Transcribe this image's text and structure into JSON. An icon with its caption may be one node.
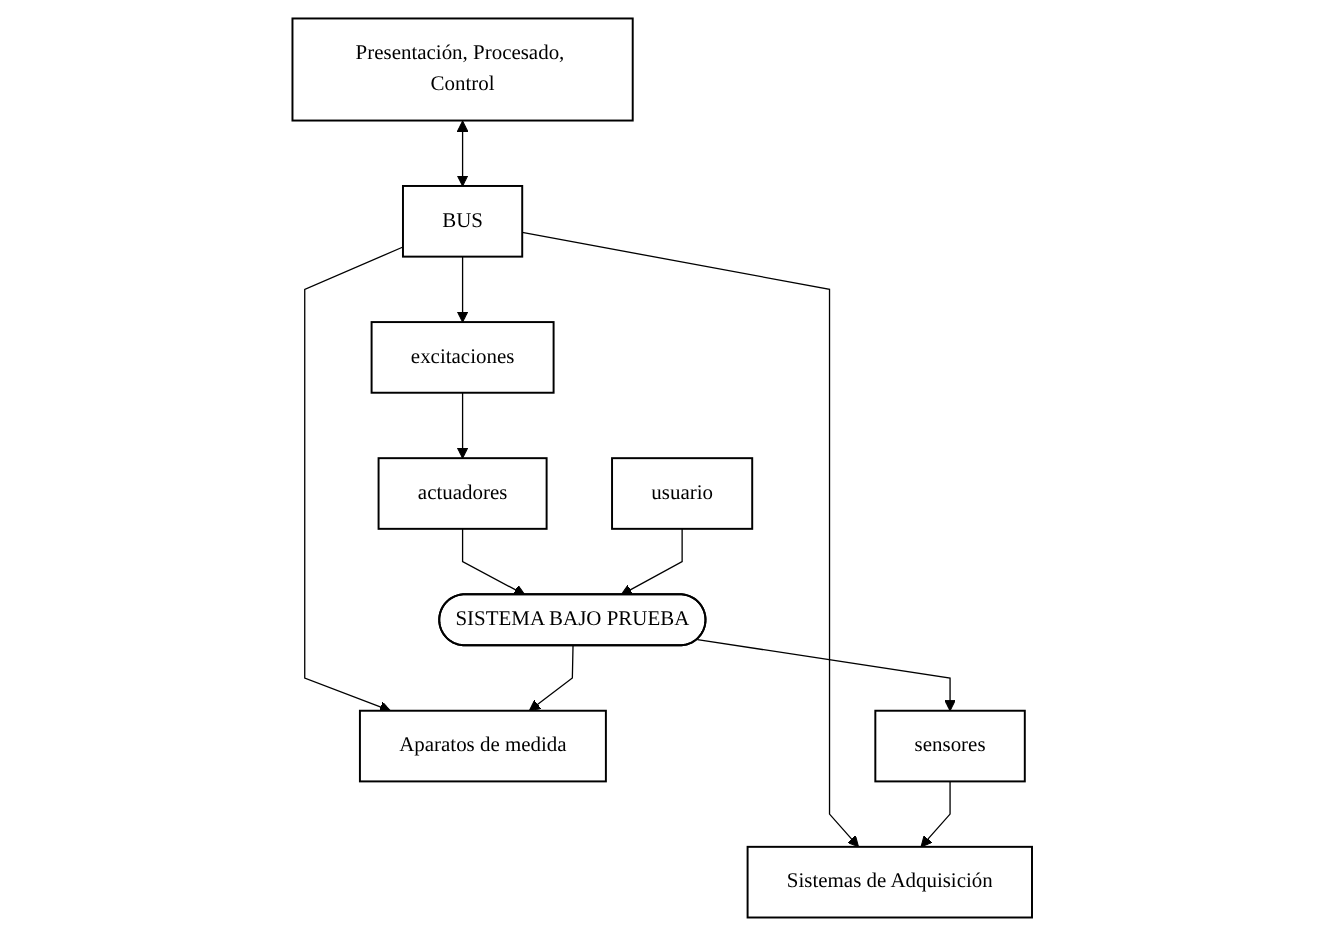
{
  "diagram": {
    "nodes": [
      {
        "text": [
          "Presentación, Procesado, Control"
        ]
      },
      {
        "text": [
          "Aparatos de medida"
        ]
      },
      {
        "text": [
          "BUS"
        ]
      },
      {
        "text": [
          "excitaciones"
        ]
      },
      {
        "text": [
          "Sistemas de Adquisición"
        ]
      },
      {
        "text": [
          "SISTEMA BAJO PRUEBA"
        ]
      },
      {
        "text": [
          "actuadores"
        ]
      },
      {
        "text": [
          "sensores"
        ]
      },
      {
        "text": [
          "usuario"
        ]
      }
    ],
    "edges": [
      {
        "from": 0,
        "to": 2,
        "arrow": "both"
      },
      {
        "from": 2,
        "to": 3,
        "arrow": "to"
      },
      {
        "from": 2,
        "to": 4,
        "arrow": "to"
      },
      {
        "from": 2,
        "to": 1,
        "arrow": "to"
      },
      {
        "from": 5,
        "to": 1,
        "arrow": "to"
      },
      {
        "from": 3,
        "to": 6,
        "arrow": "to"
      },
      {
        "from": 6,
        "to": 5,
        "arrow": "to"
      },
      {
        "from": 5,
        "to": 7,
        "arrow": "to"
      },
      {
        "from": 7,
        "to": 4,
        "arrow": "to"
      },
      {
        "from": 8,
        "to": 5,
        "arrow": "to"
      }
    ]
  }
}
